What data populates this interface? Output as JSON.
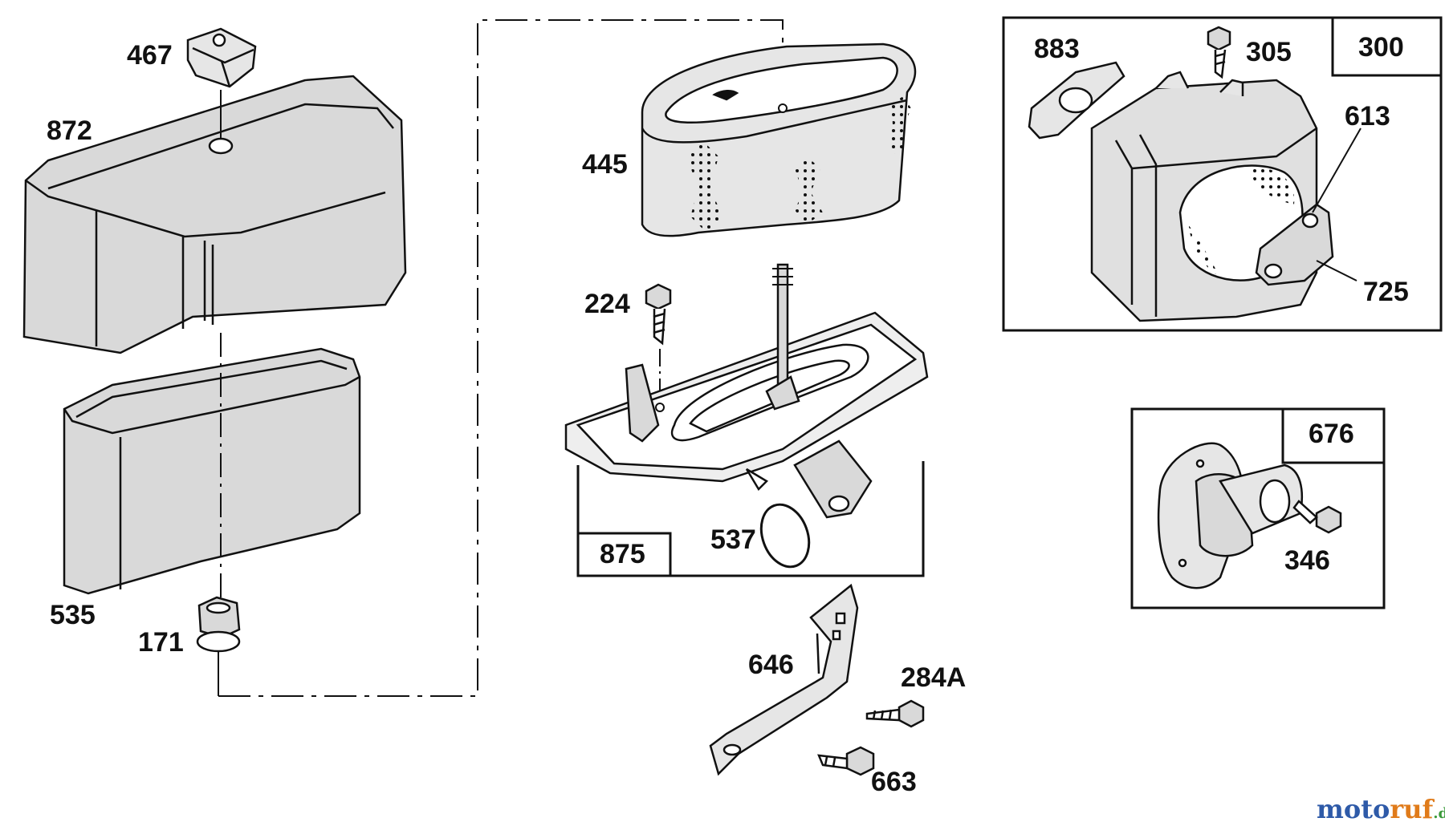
{
  "parts": {
    "p467": "467",
    "p872": "872",
    "p535": "535",
    "p171": "171",
    "p445": "445",
    "p224": "224",
    "p875": "875",
    "p537": "537",
    "p646": "646",
    "p284a": "284A",
    "p663": "663",
    "p883": "883",
    "p305": "305",
    "p300": "300",
    "p613": "613",
    "p725": "725",
    "p676": "676",
    "p346": "346"
  },
  "watermark": {
    "part1": "moto",
    "part2": "ruf",
    "part3": ".de"
  },
  "colors": {
    "line": "#111111",
    "shade": "#d9d9d9",
    "wm_blue": "#2e5aa8",
    "wm_orange": "#e07b1a",
    "wm_green": "#3a9a3a"
  }
}
